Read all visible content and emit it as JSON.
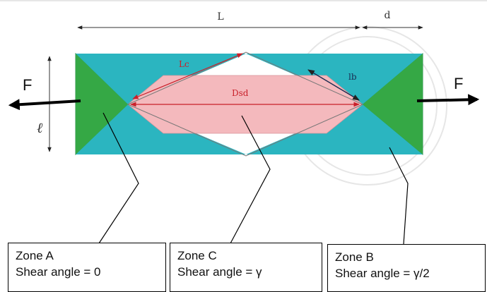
{
  "diagram": {
    "dimension_L": "L",
    "dimension_d": "d",
    "length_Lc": "Lc",
    "length_lb": "lb",
    "length_Dsd": "Dsd",
    "width_l": "ℓ",
    "force_left": "F",
    "force_right": "F"
  },
  "zones": [
    {
      "title": "Zone A",
      "shear": "Shear angle = 0"
    },
    {
      "title": "Zone C",
      "shear": "Shear angle = γ"
    },
    {
      "title": "Zone B",
      "shear": "Shear angle = γ/2"
    }
  ],
  "colors": {
    "zone_a": "#35a845",
    "zone_b": "#2bb5c0",
    "zone_c": "#f4b9bd",
    "dimension_red": "#c8202a",
    "watermark": "#e3e3e3"
  }
}
